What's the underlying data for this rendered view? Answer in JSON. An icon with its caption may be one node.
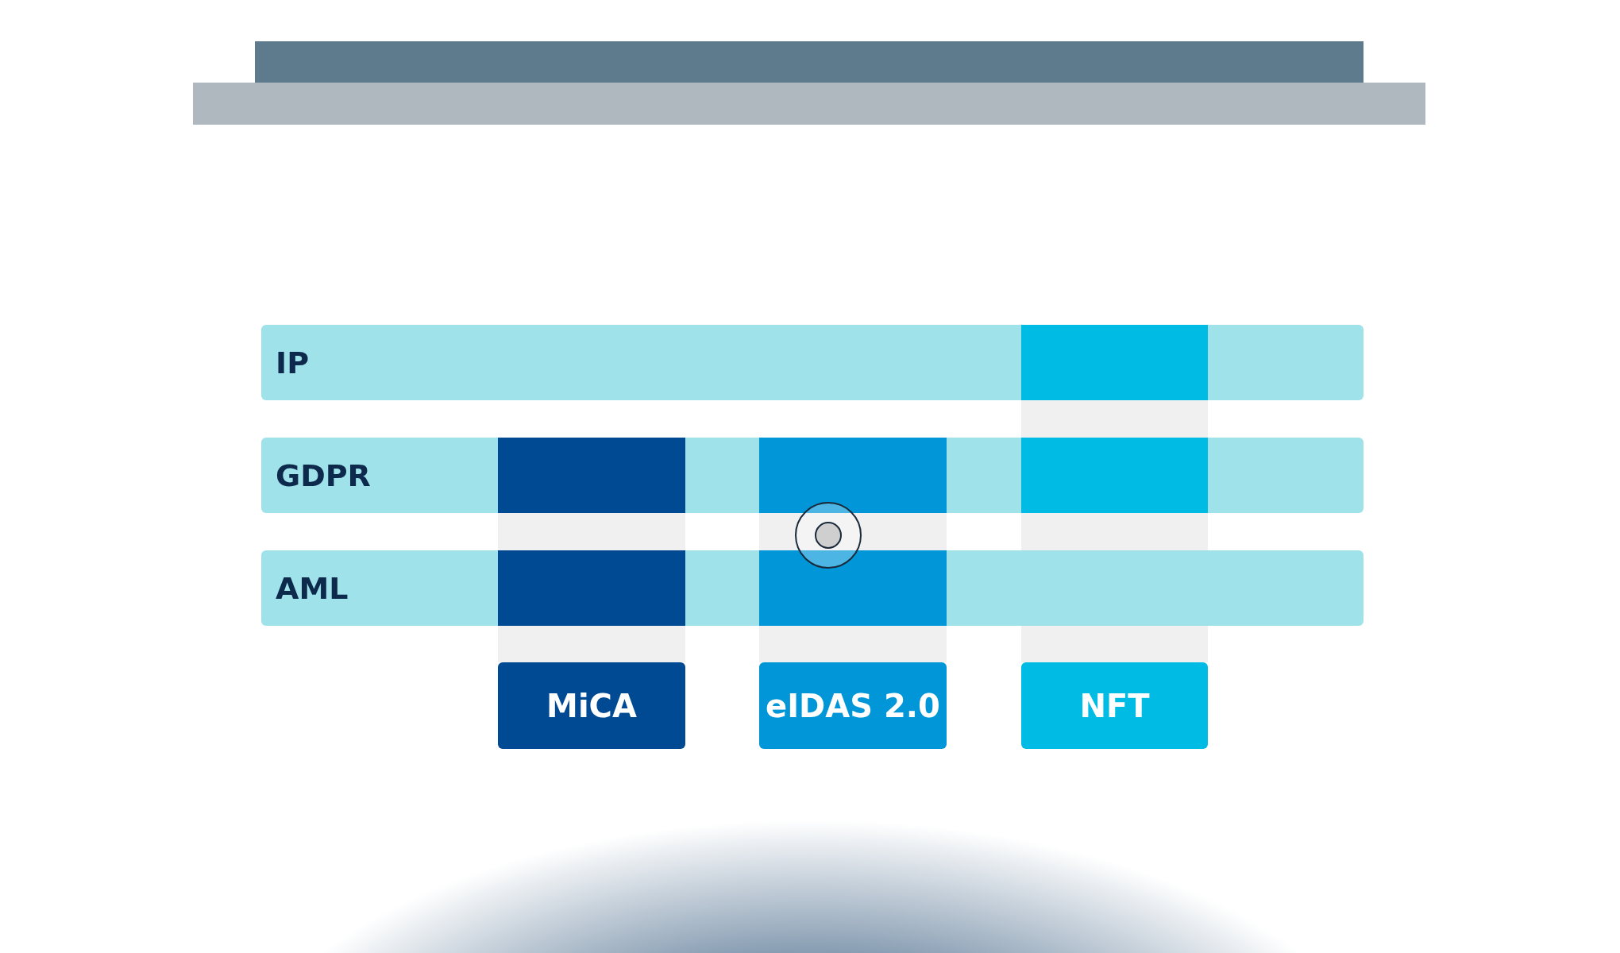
{
  "diagram": {
    "nodes": [
      {
        "text": [
          "IP"
        ]
      },
      {
        "text": [],
        "shape": "box",
        "in": 0
      },
      {
        "text": [
          "GDPR"
        ]
      },
      {
        "text": [],
        "shape": "box",
        "in": 2
      },
      {
        "text": [],
        "shape": "box",
        "in": 2
      },
      {
        "text": [],
        "shape": "box",
        "in": 2
      },
      {
        "text": [
          "AML"
        ]
      },
      {
        "text": [],
        "shape": "box",
        "in": 6
      },
      {
        "text": [],
        "shape": "box",
        "in": 6
      },
      {
        "text": [
          "MiCA"
        ]
      },
      {
        "text": [
          "eIDAS 2.0"
        ]
      },
      {
        "text": [
          "NFT"
        ]
      }
    ]
  }
}
